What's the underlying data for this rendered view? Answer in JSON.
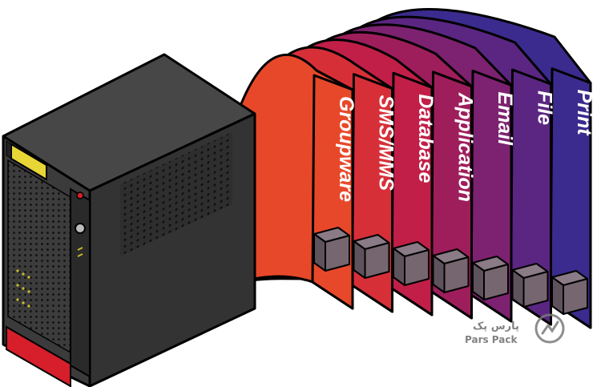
{
  "panels": [
    {
      "label": "Groupware",
      "color": "#e8482a"
    },
    {
      "label": "SMS/MMS",
      "color": "#d72f38"
    },
    {
      "label": "Database",
      "color": "#c11f48"
    },
    {
      "label": "Application",
      "color": "#9e1e5c"
    },
    {
      "label": "Email",
      "color": "#7c2270"
    },
    {
      "label": "File",
      "color": "#5a2682"
    },
    {
      "label": "Print",
      "color": "#3b2b8e"
    }
  ],
  "watermark": {
    "name_fa": "پارس پک",
    "name_en": "Pars Pack"
  },
  "colors": {
    "server_body": "#3a3a3a",
    "server_top": "#4a4a4a",
    "server_side": "#2c2c2c",
    "server_red": "#d71e2b",
    "drive_light": "#e8d637"
  }
}
